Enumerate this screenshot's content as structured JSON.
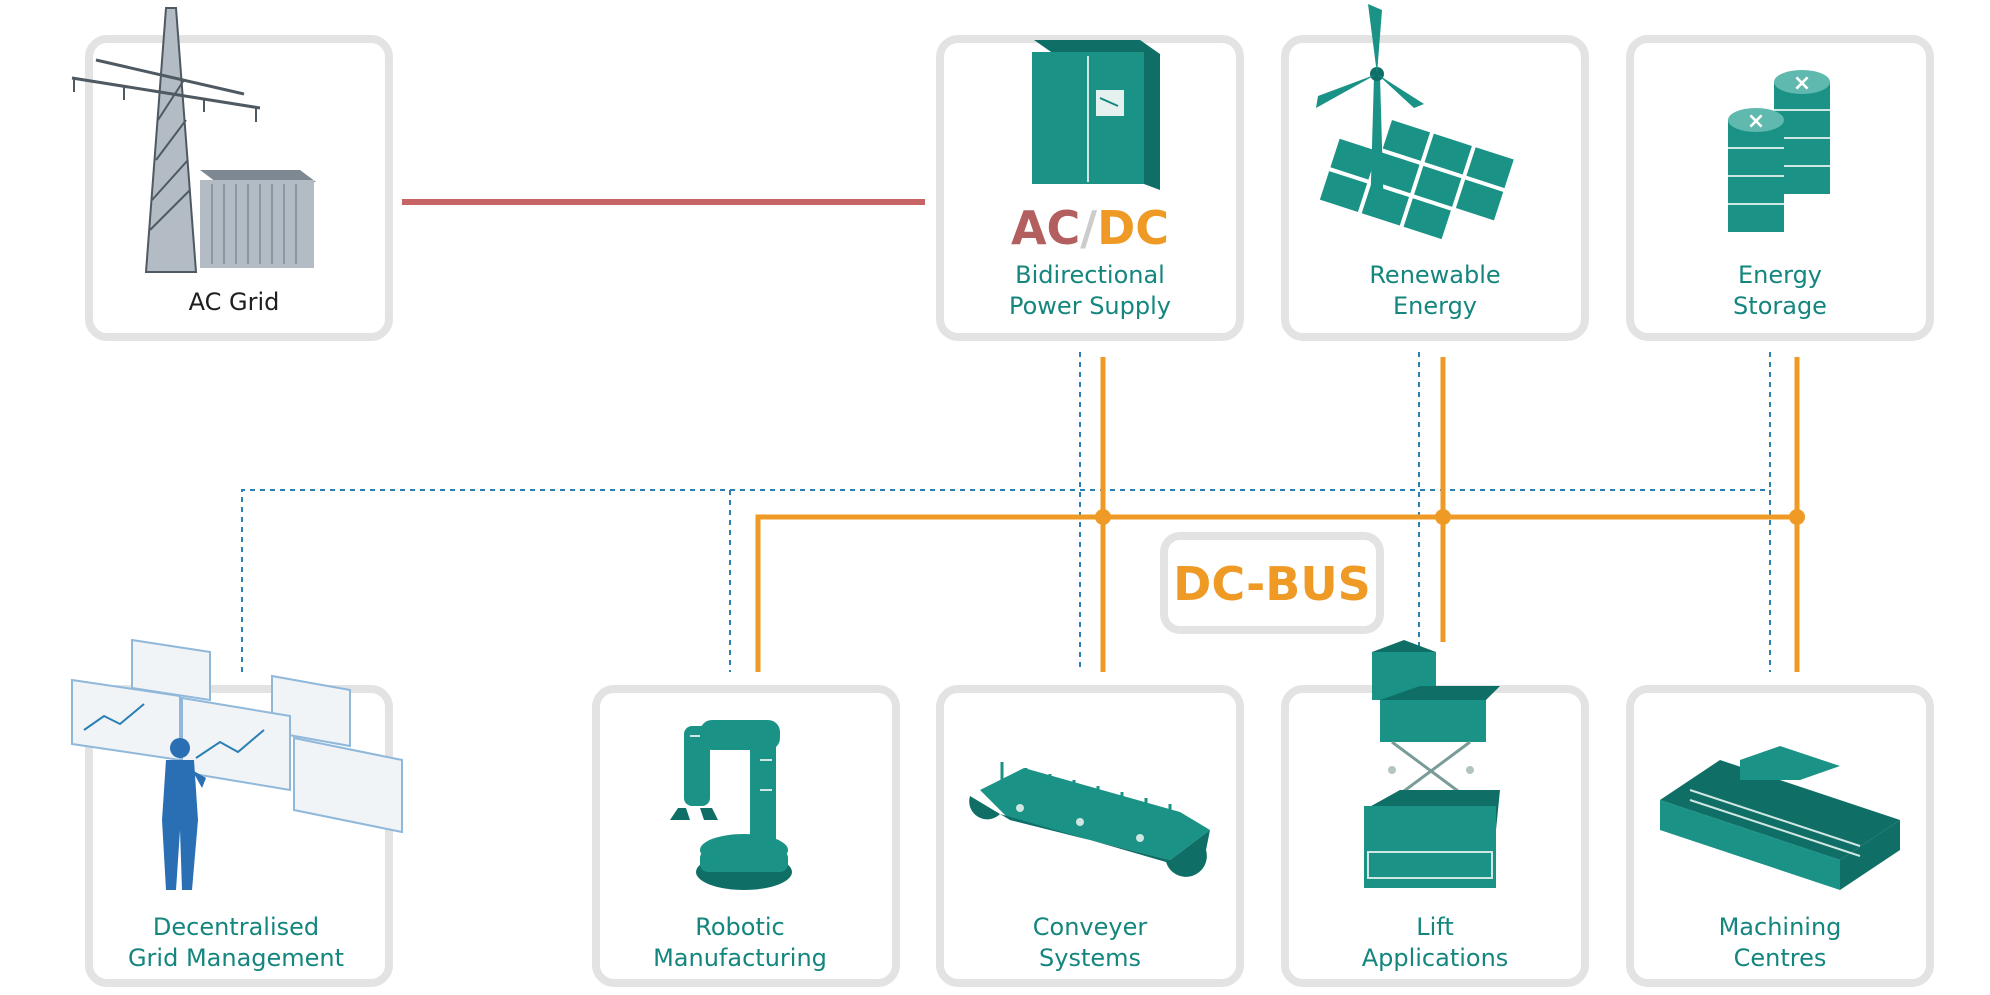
{
  "nodes": {
    "ac_grid": {
      "label": "AC Grid"
    },
    "power_supply": {
      "ac": "AC",
      "slash": "/",
      "dc": "DC",
      "line1": "Bidirectional",
      "line2": "Power Supply"
    },
    "renewable": {
      "line1": "Renewable",
      "line2": "Energy"
    },
    "storage": {
      "line1": "Energy",
      "line2": "Storage"
    },
    "grid_mgmt": {
      "line1": "Decentralised",
      "line2": "Grid Management"
    },
    "robotic": {
      "line1": "Robotic",
      "line2": "Manufacturing"
    },
    "conveyer": {
      "line1": "Conveyer",
      "line2": "Systems"
    },
    "lift": {
      "line1": "Lift",
      "line2": "Applications"
    },
    "machining": {
      "line1": "Machining",
      "line2": "Centres"
    }
  },
  "bus": {
    "label": "DC-BUS"
  },
  "colors": {
    "ac_line": "#c76466",
    "dc_bus": "#ee9a25",
    "control_line": "#2a7fb3",
    "teal": "#1a9286",
    "card_border": "#e3e3e3",
    "ac_text": "#b35f5f",
    "dc_text": "#ee9a25"
  },
  "icons": {
    "ac_grid": "power-pylon-and-transformer",
    "power_supply": "cabinet",
    "renewable": "wind-turbine-and-solar-panels",
    "storage": "battery-stacks",
    "grid_mgmt": "operator-with-screens",
    "robotic": "robot-arm",
    "conveyer": "conveyor-belt",
    "lift": "scissor-lift",
    "machining": "cnc-machine"
  }
}
